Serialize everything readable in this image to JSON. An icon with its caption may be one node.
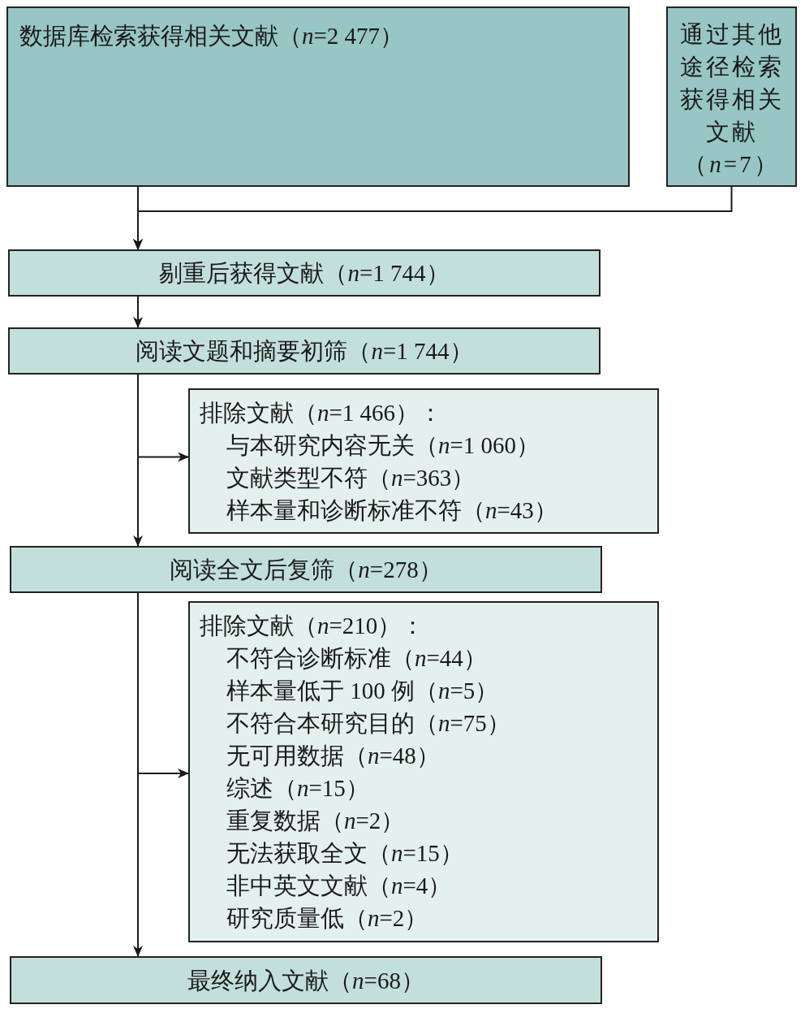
{
  "diagram": {
    "nodes": [
      {
        "text": [
          "数据库检索获得相关文献（*n*=2 477）"
        ]
      },
      {
        "text": [
          "通过其他途径检索获得相关文献（*n*=7）"
        ]
      },
      {
        "text": [
          "剔重后获得文献（*n*=1 744）"
        ]
      },
      {
        "text": [
          "阅读文题和摘要初筛（*n*=1 744）"
        ]
      },
      {
        "text": [
          "排除文献（*n*=1 466）：",
          "与本研究内容无关（*n*=1 060）",
          "文献类型不符（*n*=363）",
          "样本量和诊断标准不符（*n*=43）"
        ]
      },
      {
        "text": [
          "阅读全文后复筛（*n*=278）"
        ]
      },
      {
        "text": [
          "排除文献（*n*=210）：",
          "不符合诊断标准（*n*=44）",
          "样本量低于 100 例（*n*=5）",
          "不符合本研究目的（*n*=75）",
          "无可用数据（*n*=48）",
          "综述（*n*=15）",
          "重复数据（*n*=2）",
          "无法获取全文（*n*=15）",
          "非中英文文献（*n*=4）",
          "研究质量低（*n*=2）"
        ]
      },
      {
        "text": [
          "最终纳入文献（*n*=68）"
        ]
      }
    ],
    "edges": [
      {
        "from": 0,
        "to": 2,
        "arrow": "to"
      },
      {
        "from": 1,
        "to": 2,
        "arrow": "to"
      },
      {
        "from": 2,
        "to": 3,
        "arrow": "to"
      },
      {
        "from": 3,
        "to": 4,
        "arrow": "to"
      },
      {
        "from": 3,
        "to": 5,
        "arrow": "to"
      },
      {
        "from": 5,
        "to": 6,
        "arrow": "to"
      },
      {
        "from": 5,
        "to": 7,
        "arrow": "to"
      }
    ]
  }
}
